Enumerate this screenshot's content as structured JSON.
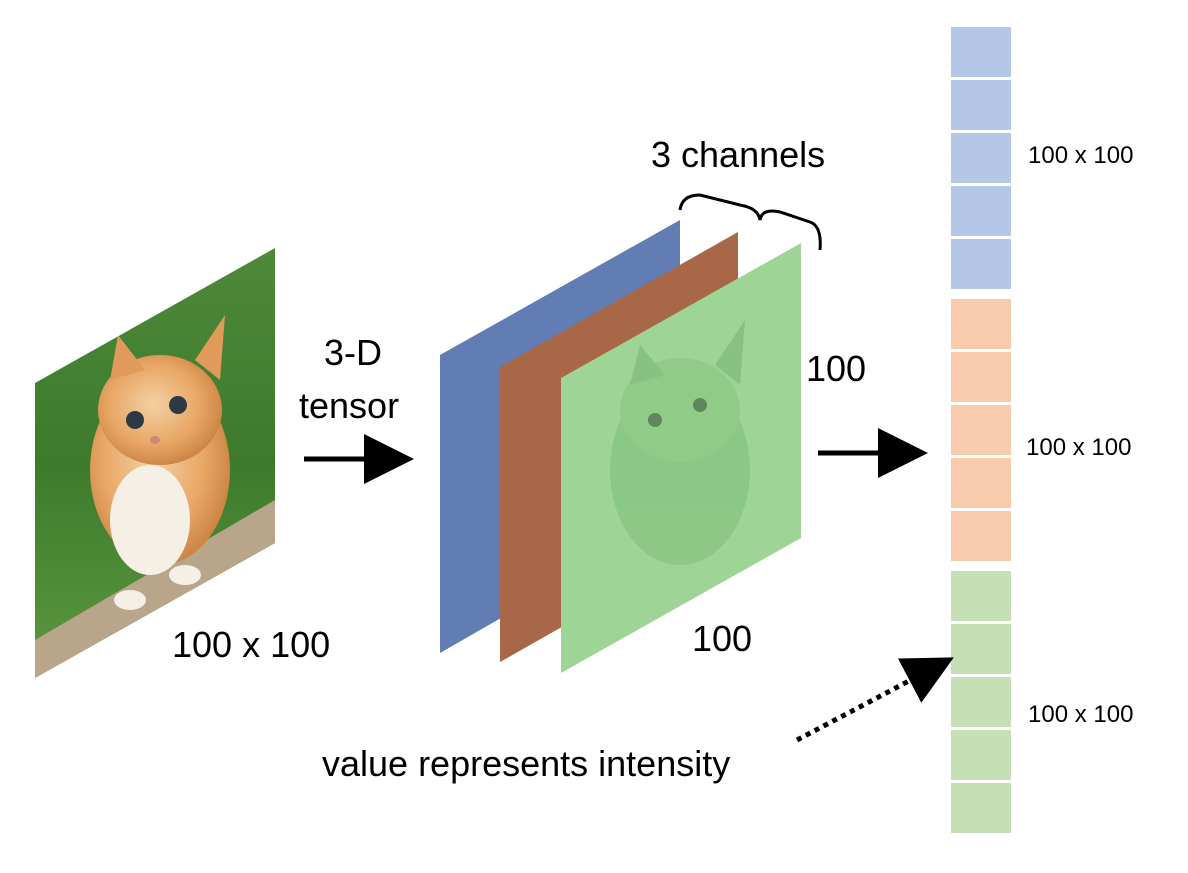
{
  "image_label": "100 x 100",
  "tensor_label_line1": "3-D",
  "tensor_label_line2": "tensor",
  "channels_label": "3 channels",
  "height_label": "100",
  "width_label": "100",
  "intensity_note": "value represents intensity",
  "vector_segments": [
    {
      "label": "100 x 100",
      "color": "#b4c7e7",
      "cells": 5
    },
    {
      "label": "100 x 100",
      "color": "#f8cbad",
      "cells": 5
    },
    {
      "label": "100 x 100",
      "color": "#c5e0b4",
      "cells": 5
    }
  ],
  "channel_tints": [
    "#5b7fcc",
    "#c8704a",
    "#8fd88a"
  ]
}
